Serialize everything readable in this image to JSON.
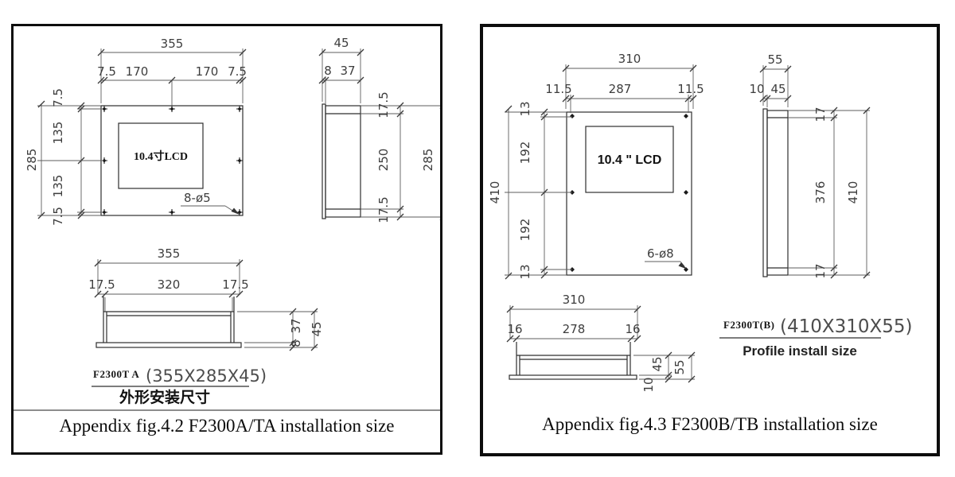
{
  "left_panel": {
    "caption": "Appendix fig.4.2 F2300A/TA installation size",
    "model": "F2300T A",
    "size": "(355X285X45)",
    "subtitle": "外形安装尺寸",
    "lcd": "10.4寸LCD",
    "hole_note": "8-ø5",
    "front": {
      "total_w": "355",
      "wl": "7.5",
      "wc1": "170",
      "wc2": "170",
      "wr": "7.5",
      "total_h": "285",
      "ht": "7.5",
      "hm1": "135",
      "hm2": "135",
      "hb": "7.5"
    },
    "side": {
      "total_d": "45",
      "flange": "8",
      "body": "37",
      "vt": "17.5",
      "vm": "250",
      "vb": "17.5",
      "total_h": "285"
    },
    "bottom": {
      "total_w": "355",
      "wl": "17.5",
      "wm": "320",
      "wr": "17.5",
      "body": "37",
      "flange": "8",
      "total_d": "45"
    }
  },
  "right_panel": {
    "caption": "Appendix fig.4.3 F2300B/TB installation size",
    "model": "F2300T(B)",
    "size": "(410X310X55)",
    "subtitle": "Profile install size",
    "lcd": "10.4 \" LCD",
    "hole_note": "6-ø8",
    "front": {
      "total_w": "310",
      "wl": "11.5",
      "wc": "287",
      "wr": "11.5",
      "total_h": "410",
      "ht": "13",
      "hm1": "192",
      "hm2": "192",
      "hb": "13"
    },
    "side": {
      "total_d": "55",
      "flange": "10",
      "body": "45",
      "vt": "17",
      "vm": "376",
      "vb": "17",
      "total_h": "410"
    },
    "bottom": {
      "total_w": "310",
      "wl": "16",
      "wm": "278",
      "wr": "16",
      "body": "45",
      "flange": "10",
      "total_d": "55"
    }
  }
}
